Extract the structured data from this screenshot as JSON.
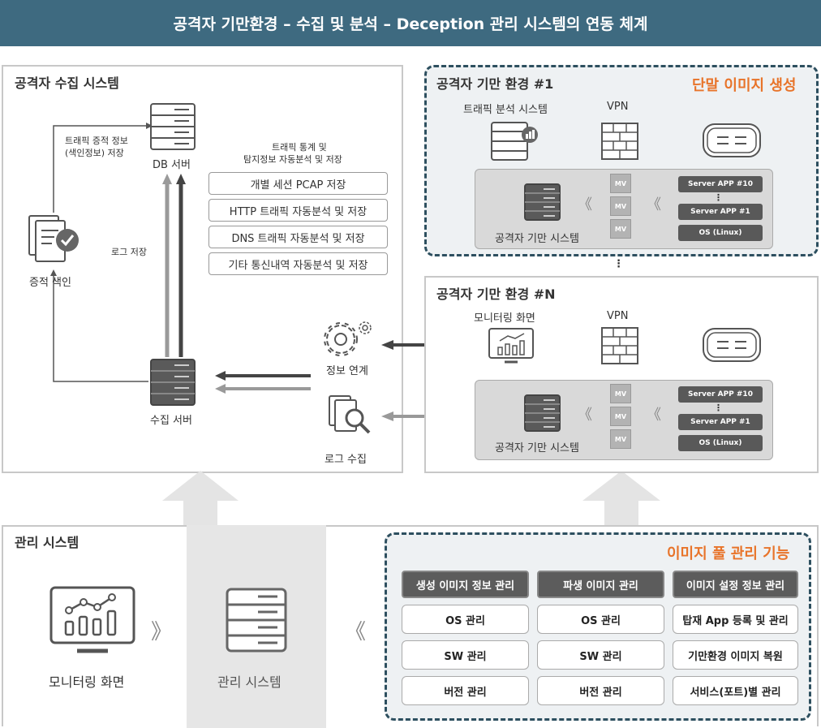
{
  "title": "공격자 기만환경 – 수집 및 분석 – Deception 관리 시스템의 연동 체계",
  "collection": {
    "title": "공격자 수집 시스템",
    "db_server": "DB 서버",
    "evidence_index": "증적 색인",
    "collect_server": "수집 서버",
    "traffic_evidence_note_1": "트래픽 증적 정보",
    "traffic_evidence_note_2": "(색인정보) 저장",
    "traffic_stats_note_1": "트래픽 통계 및",
    "traffic_stats_note_2": "탐지정보 자동분석 및 저장",
    "log_save": "로그 저장",
    "processes": [
      "개별 세션 PCAP 저장",
      "HTTP 트래픽 자동분석 및 저장",
      "DNS 트래픽 자동분석 및 저장",
      "기타 통신내역 자동분석 및 저장"
    ],
    "info_link": "정보 연계",
    "log_collect": "로그 수집"
  },
  "env1": {
    "title": "공격자 기만 환경 #1",
    "badge": "단말 이미지 생성",
    "traffic_system": "트래픽 분석 시스템",
    "vpn": "VPN",
    "deception_system": "공격자 기만 시스템",
    "mv": [
      "MV",
      "MV",
      "MV"
    ],
    "apps": [
      "Server APP #10",
      "⋮",
      "Server APP #1",
      "OS (Linux)"
    ]
  },
  "envN": {
    "title": "공격자 기만 환경 #N",
    "monitor": "모니터링 화면",
    "vpn": "VPN",
    "deception_system": "공격자 기만 시스템",
    "mv": [
      "MV",
      "MV",
      "MV"
    ],
    "apps": [
      "Server APP #10",
      "⋮",
      "Server APP #1",
      "OS (Linux)"
    ]
  },
  "vdots": "⋮",
  "mgmt": {
    "title": "관리 시스템",
    "monitor": "모니터링 화면",
    "system": "관리 시스템",
    "pool_title": "이미지 풀 관리 기능",
    "headers": [
      "생성 이미지 정보 관리",
      "파생 이미지 관리",
      "이미지 설정 정보 관리"
    ],
    "col1": [
      "OS 관리",
      "SW 관리",
      "버전 관리"
    ],
    "col2": [
      "OS 관리",
      "SW 관리",
      "버전 관리"
    ],
    "col3": [
      "탑재 App 등록 및 관리",
      "기만환경 이미지 복원",
      "서비스(포트)별 관리"
    ]
  },
  "chevrons": {
    "left": "《",
    "right": "》"
  },
  "colors": {
    "title_bar": "#3e6a80",
    "accent": "#e8742a",
    "dashed_border": "#2d4f5f",
    "server": "#5a5a5a"
  }
}
